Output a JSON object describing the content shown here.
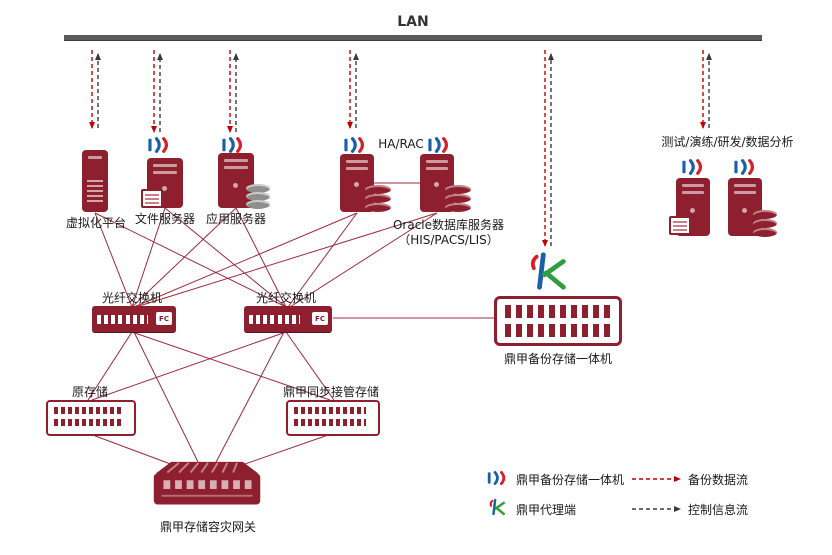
{
  "lan": {
    "label": "LAN"
  },
  "nodes": {
    "virtualization": {
      "label": "虚拟化平台"
    },
    "file_server": {
      "label": "文件服务器"
    },
    "app_server": {
      "label": "应用服务器"
    },
    "oracle": {
      "cluster_label": "HA/RAC",
      "label": "Oracle数据库服务器",
      "sublabel": "（HIS/PACS/LIS）"
    },
    "test_group": {
      "label": "测试/演练/研发/数据分析"
    },
    "fc_switch_1": {
      "label": "光纤交换机",
      "port_label": "FC"
    },
    "fc_switch_2": {
      "label": "光纤交换机",
      "port_label": "FC"
    },
    "backup_appliance": {
      "label": "鼎甲备份存储一体机"
    },
    "original_storage": {
      "label": "原存储"
    },
    "sync_storage": {
      "label": "鼎甲同步接管存储"
    },
    "dr_gateway": {
      "label": "鼎甲存储容灾网关"
    }
  },
  "legend": {
    "appliance": {
      "label": "鼎甲备份存储一体机"
    },
    "agent": {
      "label": "鼎甲代理端"
    },
    "backup_flow": {
      "label": "备份数据流"
    },
    "control_flow": {
      "label": "控制信息流"
    }
  },
  "colors": {
    "accent": "#8E1F2F",
    "connection_line": "#9E2B3B",
    "backup_flow": "#C00000",
    "control_flow": "#3A3A3A",
    "lan_bar": "#5A5A5A",
    "logo_blue": "#1B5FAA",
    "logo_red": "#D61F26",
    "logo_green": "#2F9E3E"
  },
  "icons": {
    "dingjia_logo": "|))",
    "agent_logo": "k"
  }
}
